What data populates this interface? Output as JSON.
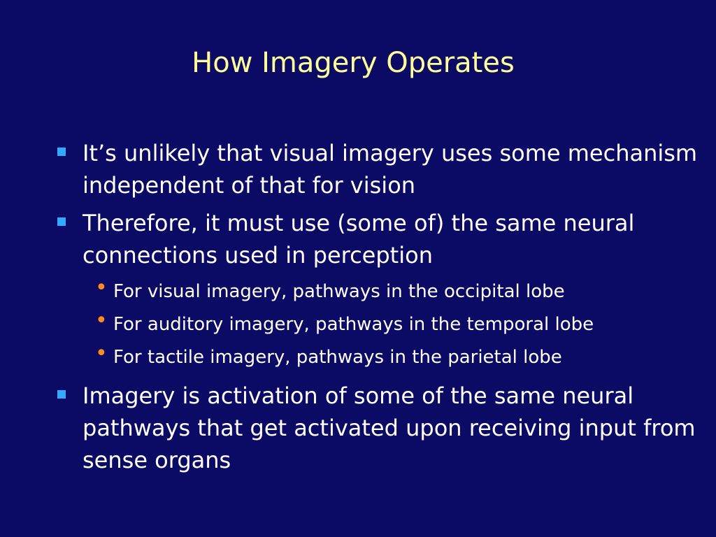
{
  "title": "How Imagery Operates",
  "colors": {
    "background": "#0b0b66",
    "title": "#ffff99",
    "text": "#ffffff",
    "bullet_level1": "#33aaff",
    "bullet_level2": "#ff8c1a"
  },
  "bullets": [
    {
      "text": "It’s unlikely that visual imagery uses some mechanism independent of that for vision"
    },
    {
      "text": "Therefore, it must use (some of) the same neural connections used in perception",
      "sub": [
        "For visual imagery, pathways in the occipital lobe",
        "For auditory imagery, pathways in the temporal lobe",
        "For tactile imagery, pathways in the parietal lobe"
      ]
    },
    {
      "text": "Imagery is activation of some of the same neural pathways that get activated upon receiving input from sense organs"
    }
  ]
}
